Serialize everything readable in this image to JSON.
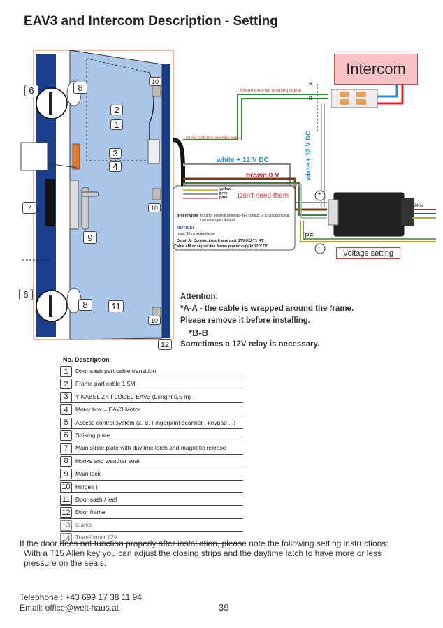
{
  "title": "EAV3 and Intercom Description - Setting",
  "intercom_label": "Intercom",
  "section_marker_b": "B",
  "wires": {
    "green_top": "Green external opening signal",
    "green_mid": "Green external opening signal",
    "white": "white + 12 V DC",
    "brown": "brown 0 V",
    "vertical_white": "white + 12 V DC",
    "pe": "PE",
    "v240": "240V"
  },
  "colors": {
    "frame": "#1b3e8c",
    "sash": "#a9c6e8",
    "green": "#2e8b3a",
    "brown": "#7a3a12",
    "red": "#e02020",
    "blue": "#1e8fe0",
    "accent_red": "#e33333"
  },
  "callout": {
    "yellow": "yellow",
    "grey": "grey",
    "pink": "pink",
    "dont_need": "Don't need them",
    "green_white": "green/white",
    "green_white_desc": "Input for external potential-free contact (e.g. unlocking via intercom/ open button)",
    "notice": "NOTICE!",
    "extendable": "max. 40 m extendable",
    "detail_a": "Detail A: Connections frame part STV-KÜ-T1 RT",
    "cable": "Cable 4M or signal line frame power supply 12 V DC"
  },
  "voltage_setting": "Voltage setting",
  "plus": "+",
  "minus": "-",
  "attention": {
    "heading": "Attention:",
    "line1": "*A-A - the cable is wrapped around the frame.",
    "line2": "Please remove it before installing.",
    "line3": "*B-B",
    "line4": "Sometimes a 12V relay is necessary."
  },
  "diagram_numbers": {
    "n6a": "6",
    "n8a": "8",
    "n10a": "10",
    "n2": "2",
    "n1": "1",
    "n3": "3",
    "n4": "4",
    "n7": "7",
    "n10b": "10",
    "n9": "9",
    "n6b": "6",
    "n8b": "8",
    "n11": "11",
    "n10c": "10",
    "n12": "12"
  },
  "table": {
    "header_no": "No.",
    "header_desc": "Description",
    "rows": [
      {
        "no": "1",
        "desc": "Door sash part cable transition"
      },
      {
        "no": "2",
        "desc": "Frame part cable 1.5M"
      },
      {
        "no": "3",
        "desc": "Y-KABEL ZK FLÜGEL-EAV3 (Lenght 0,5 m)"
      },
      {
        "no": "4",
        "desc": "Motor box = EAV3 Motor"
      },
      {
        "no": "5",
        "desc": "Access control system (z. B. Fingerprint scanner , keypad ...)"
      },
      {
        "no": "6",
        "desc": "Striking plate"
      },
      {
        "no": "7",
        "desc": "Main strike plate with daytime latch and magnetic release"
      },
      {
        "no": "8",
        "desc": "Hooks and weather seal"
      },
      {
        "no": "9",
        "desc": "Main lock"
      },
      {
        "no": "10",
        "desc": "Hinges )"
      },
      {
        "no": "11",
        "desc": "Door sash / leaf"
      },
      {
        "no": "12",
        "desc": "Door frame"
      },
      {
        "no": "13",
        "desc": "Clamp"
      },
      {
        "no": "14",
        "desc": "Transformer 12V"
      }
    ]
  },
  "footer": {
    "line1": "If the door does not function properly after installation, please note the following setting instructions:",
    "line2": "With a T15 Allen key you can adjust the closing strips and the daytime latch to have more or less pressure on the seals."
  },
  "contact": {
    "phone": "Telephone :   +43 699 17 38 11 94",
    "email": "Email: office@welt-haus.at"
  },
  "page_number": "39"
}
